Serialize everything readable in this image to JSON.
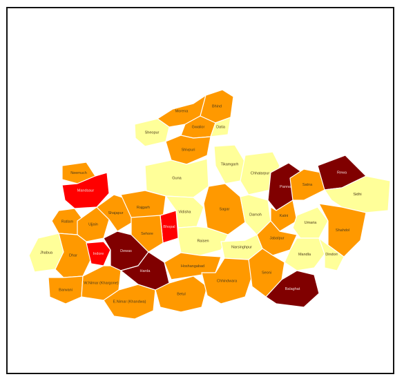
{
  "map": {
    "colors": {
      "light": "#ffff99",
      "medium": "#ff9900",
      "high": "#ff0000",
      "very_high": "#800000"
    },
    "districts": [
      {
        "id": "morena",
        "name": "Morena",
        "level": "medium"
      },
      {
        "id": "bhind",
        "name": "Bhind",
        "level": "medium"
      },
      {
        "id": "gwalior",
        "name": "Gwalior",
        "level": "medium"
      },
      {
        "id": "datia",
        "name": "Datia",
        "level": "light"
      },
      {
        "id": "sheopur",
        "name": "Sheopur",
        "level": "light"
      },
      {
        "id": "shivpuri",
        "name": "Shivpuri",
        "level": "medium"
      },
      {
        "id": "guna",
        "name": "Guna",
        "level": "light"
      },
      {
        "id": "tikamgarh",
        "name": "Tikamgarh",
        "level": "light"
      },
      {
        "id": "chhatarpur",
        "name": "Chhatarpur",
        "level": "light"
      },
      {
        "id": "panna",
        "name": "Panna",
        "level": "very_high"
      },
      {
        "id": "satna",
        "name": "Satna",
        "level": "medium"
      },
      {
        "id": "rewa",
        "name": "Rewa",
        "level": "very_high"
      },
      {
        "id": "sidhi",
        "name": "Sidhi",
        "level": "light"
      },
      {
        "id": "neemuch",
        "name": "Neemuch",
        "level": "medium"
      },
      {
        "id": "mandsaur",
        "name": "Mandsaur",
        "level": "high"
      },
      {
        "id": "ratlam",
        "name": "Ratlam",
        "level": "medium"
      },
      {
        "id": "ujjain",
        "name": "Ujjain",
        "level": "medium"
      },
      {
        "id": "shajapur",
        "name": "Shajapur",
        "level": "medium"
      },
      {
        "id": "rajgarh",
        "name": "Rajgarh",
        "level": "medium"
      },
      {
        "id": "bhopal",
        "name": "Bhopal",
        "level": "high"
      },
      {
        "id": "vidisha",
        "name": "Vidisha",
        "level": "light"
      },
      {
        "id": "sagar",
        "name": "Sagar",
        "level": "medium"
      },
      {
        "id": "damoh",
        "name": "Damoh",
        "level": "light"
      },
      {
        "id": "katni",
        "name": "Katni",
        "level": "medium"
      },
      {
        "id": "umaria",
        "name": "Umaria",
        "level": "light"
      },
      {
        "id": "shahdol",
        "name": "Shahdol",
        "level": "medium"
      },
      {
        "id": "jhabua",
        "name": "Jhabua",
        "level": "light"
      },
      {
        "id": "dhar",
        "name": "Dhar",
        "level": "medium"
      },
      {
        "id": "indore",
        "name": "Indore",
        "level": "high"
      },
      {
        "id": "dewas",
        "name": "Dewas",
        "level": "very_high"
      },
      {
        "id": "sehore",
        "name": "Sehore",
        "level": "medium"
      },
      {
        "id": "raisen",
        "name": "Raisen",
        "level": "light"
      },
      {
        "id": "narsinghpur",
        "name": "Narsinghpur",
        "level": "light"
      },
      {
        "id": "jabalpur",
        "name": "Jabalpur",
        "level": "medium"
      },
      {
        "id": "mandla",
        "name": "Mandla",
        "level": "light"
      },
      {
        "id": "dindori",
        "name": "Dindori",
        "level": "light"
      },
      {
        "id": "barwani",
        "name": "Barwani",
        "level": "medium"
      },
      {
        "id": "west_nimar",
        "name": "W.Nimar (Khargone)",
        "level": "medium"
      },
      {
        "id": "east_nimar",
        "name": "E.Nimar (Khandwa)",
        "level": "medium"
      },
      {
        "id": "harda",
        "name": "Harda",
        "level": "very_high"
      },
      {
        "id": "hoshangabad",
        "name": "Hoshangabad",
        "level": "medium"
      },
      {
        "id": "betul",
        "name": "Betul",
        "level": "medium"
      },
      {
        "id": "chhindwara",
        "name": "Chhindwara",
        "level": "medium"
      },
      {
        "id": "seoni",
        "name": "Seoni",
        "level": "medium"
      },
      {
        "id": "balaghat",
        "name": "Balaghat",
        "level": "very_high"
      }
    ]
  }
}
